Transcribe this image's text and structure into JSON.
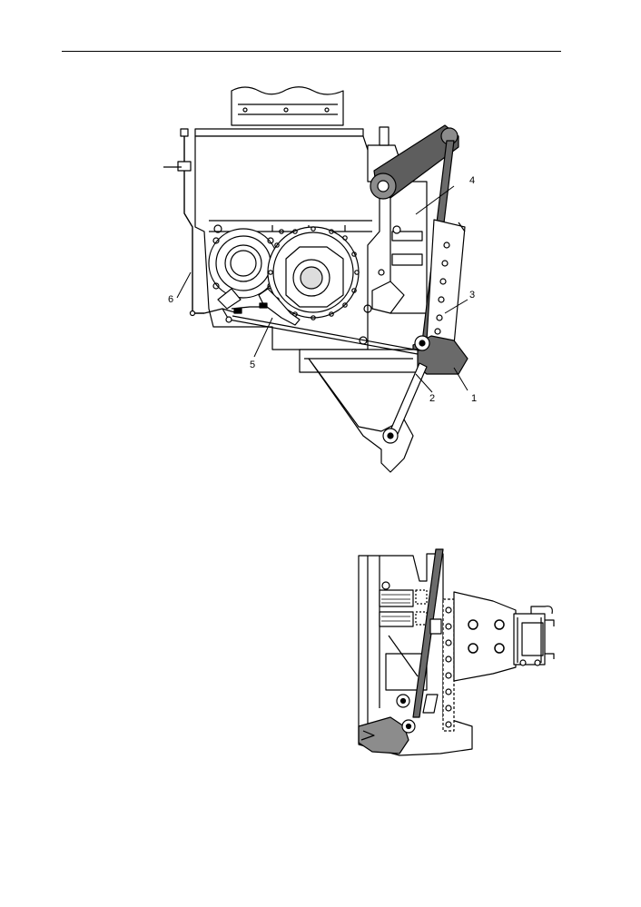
{
  "figure_top": {
    "callouts": [
      {
        "id": "1",
        "text": "1"
      },
      {
        "id": "2",
        "text": "2"
      },
      {
        "id": "3",
        "text": "3"
      },
      {
        "id": "4",
        "text": "4"
      },
      {
        "id": "5",
        "text": "5"
      },
      {
        "id": "6",
        "text": "6"
      }
    ]
  },
  "colors": {
    "line": "#000000",
    "dark_fill": "#5e5e5e",
    "mid_fill": "#8c8c8c",
    "light_fill": "#d6d6d6",
    "paper": "#ffffff"
  }
}
